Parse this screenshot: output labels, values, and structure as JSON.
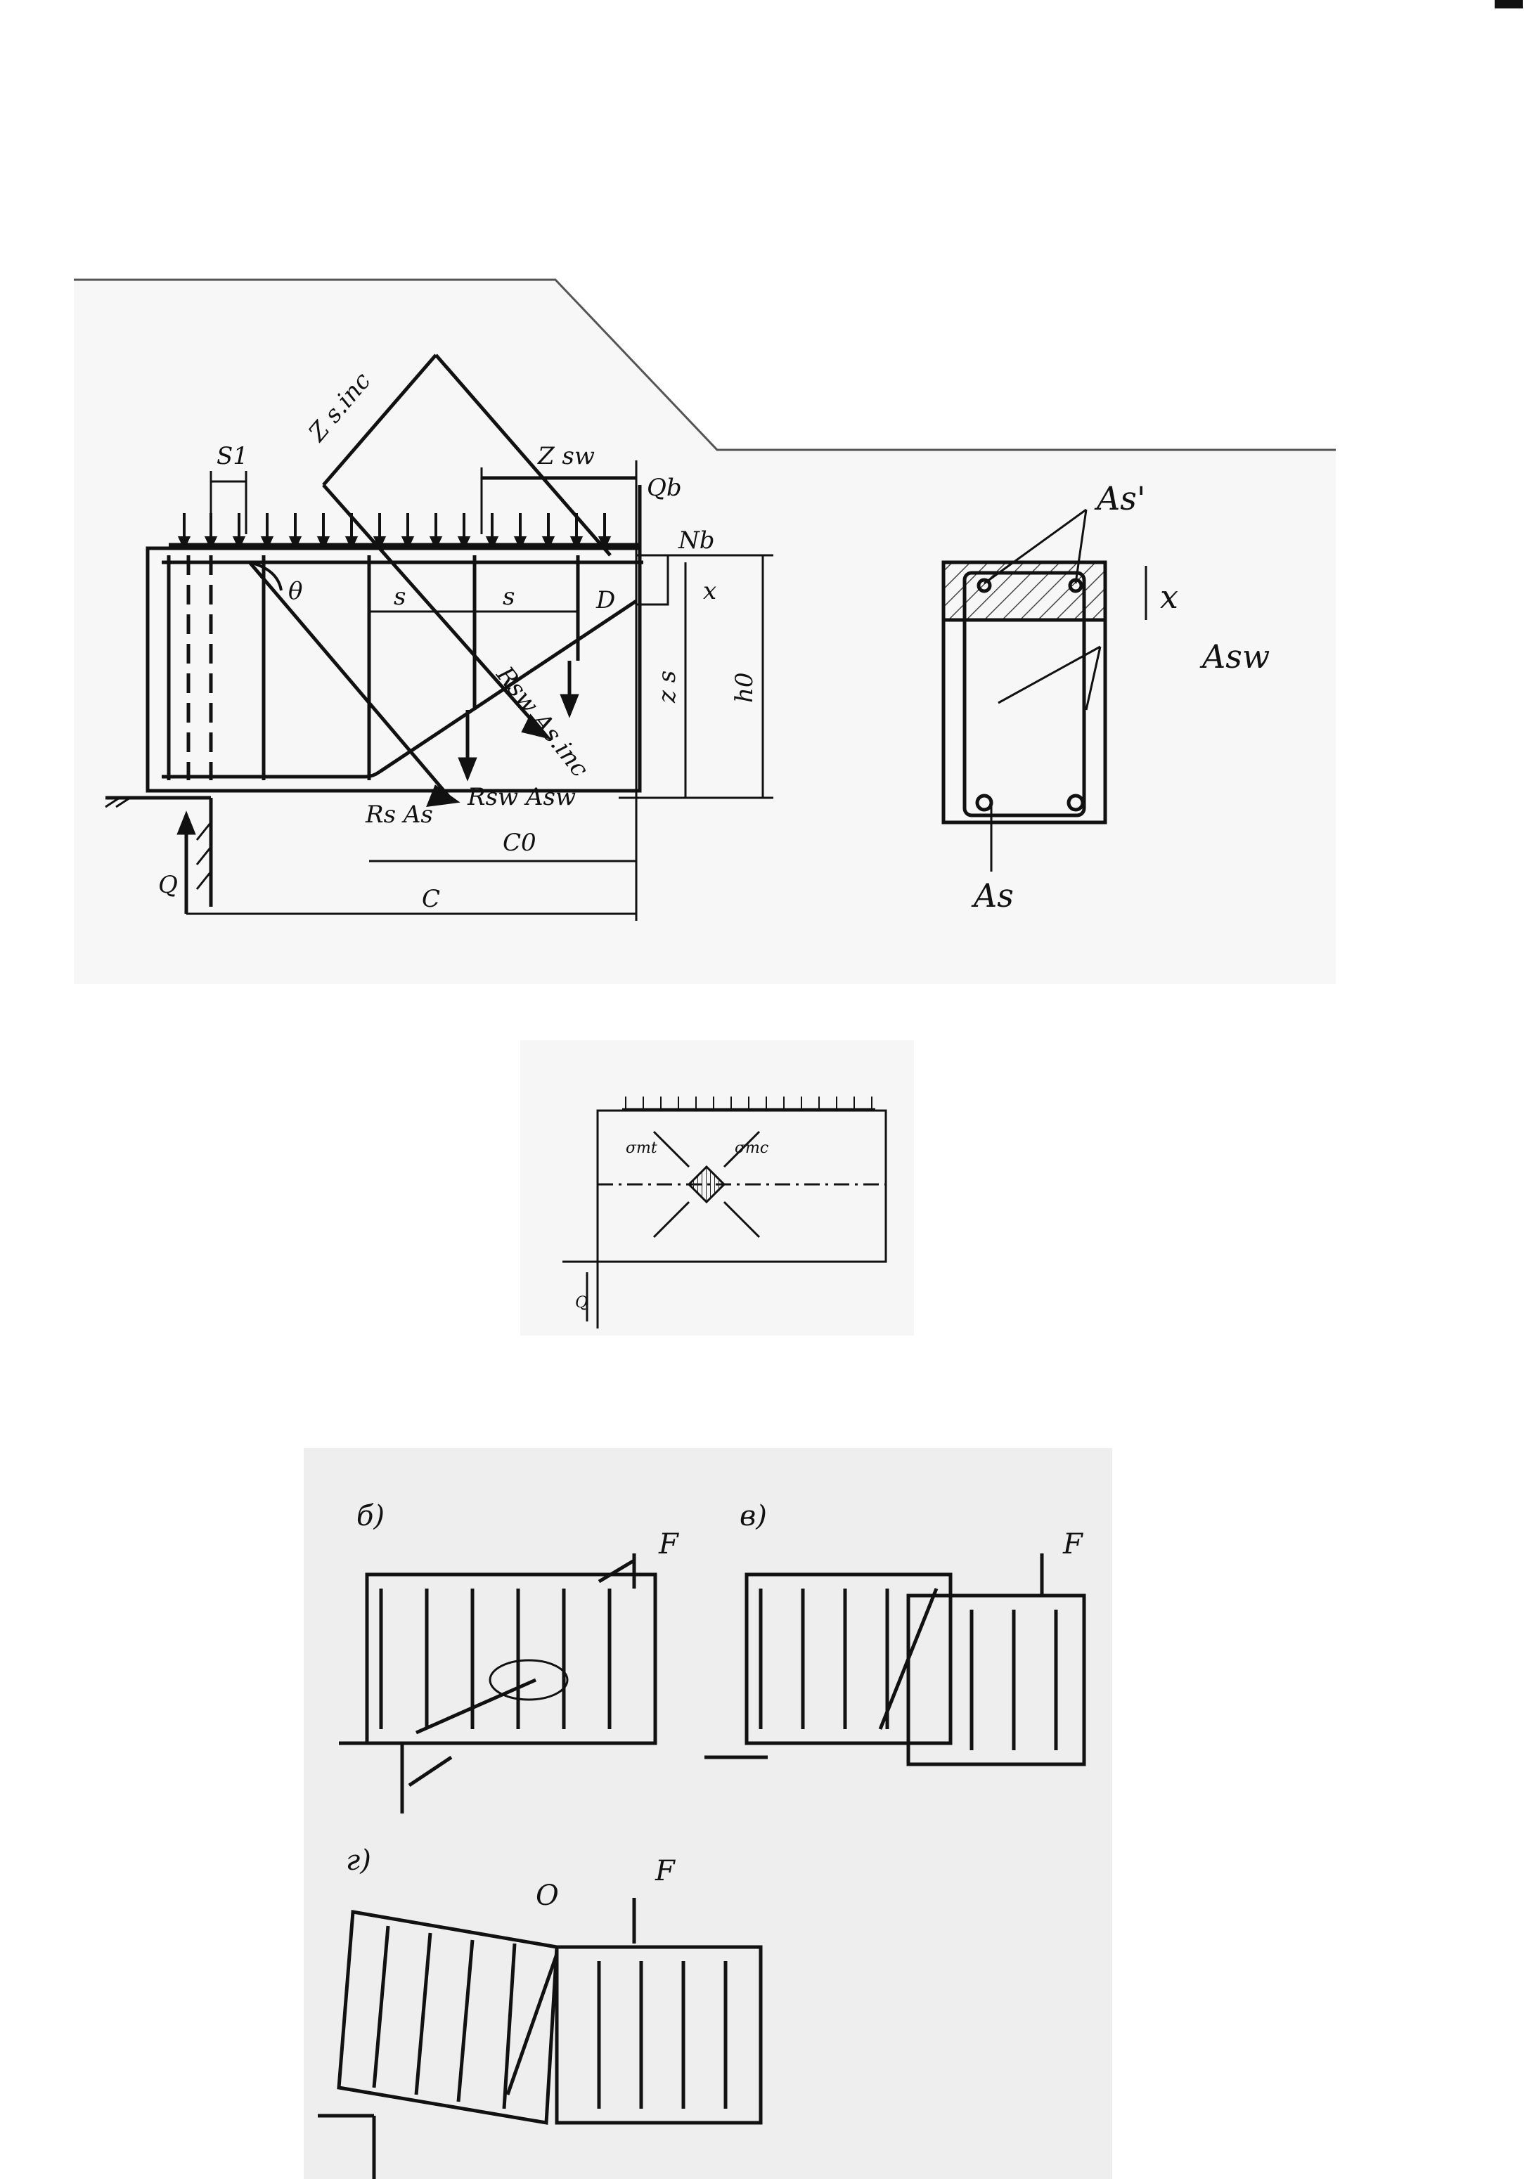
{
  "diagram1": {
    "labels": {
      "z_s_inc": "Z s.inc",
      "z_sw": "Z sw",
      "s1": "S1",
      "q_b": "Qb",
      "n_b": "Nb",
      "theta": "θ",
      "s_a": "s",
      "s_b": "s",
      "d_point": "D",
      "x": "x",
      "z_s": "z s",
      "h0": "h0",
      "rsw_asinc": "Rsw As.inc",
      "rs_as": "Rs As",
      "rsw_asw": "Rsw Asw",
      "q": "Q",
      "c0": "C0",
      "c": "C"
    }
  },
  "cross_section": {
    "labels": {
      "a_s_prime": "As'",
      "x": "x",
      "a_sw": "Asw",
      "a_s": "As"
    }
  },
  "stress_diagram": {
    "labels": {
      "sigma_mt": "σmt",
      "sigma_mc": "σmc",
      "q": "Q"
    }
  },
  "failure_modes": {
    "b": {
      "tag": "б)",
      "force": "F"
    },
    "v": {
      "tag": "в)",
      "force": "F"
    },
    "g": {
      "tag": "г)",
      "force": "F",
      "point": "O"
    }
  }
}
